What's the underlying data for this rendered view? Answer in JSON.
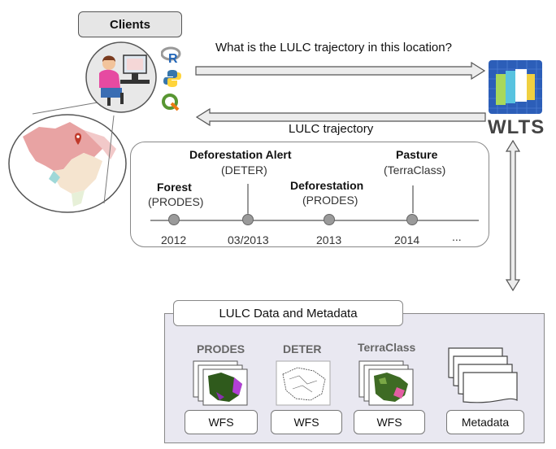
{
  "clients": {
    "title": "Clients",
    "tools": [
      "R",
      "Python",
      "QGIS"
    ]
  },
  "request_question": "What is the LULC trajectory in this location?",
  "response_label": "LULC trajectory",
  "service": {
    "name": "WLTS"
  },
  "trajectory": {
    "events": [
      {
        "label": "Forest",
        "source": "(PRODES)",
        "year": "2012"
      },
      {
        "label": "Deforestation Alert",
        "source": "(DETER)",
        "year": "03/2013"
      },
      {
        "label": "Deforestation",
        "source": "(PRODES)",
        "year": "2013"
      },
      {
        "label": "Pasture",
        "source": "(TerraClass)",
        "year": "2014"
      }
    ],
    "more": "..."
  },
  "data_panel": {
    "title": "LULC Data and Metadata",
    "sources": [
      {
        "name": "PRODES",
        "service": "WFS"
      },
      {
        "name": "DETER",
        "service": "WFS"
      },
      {
        "name": "TerraClass",
        "service": "WFS"
      }
    ],
    "metadata_label": "Metadata"
  },
  "colors": {
    "arrow_fill": "#ececec",
    "arrow_stroke": "#555555",
    "panel_bg": "#e9e8f1",
    "timeline_dot": "#9a9a9a",
    "map_pin": "#c0392b"
  }
}
